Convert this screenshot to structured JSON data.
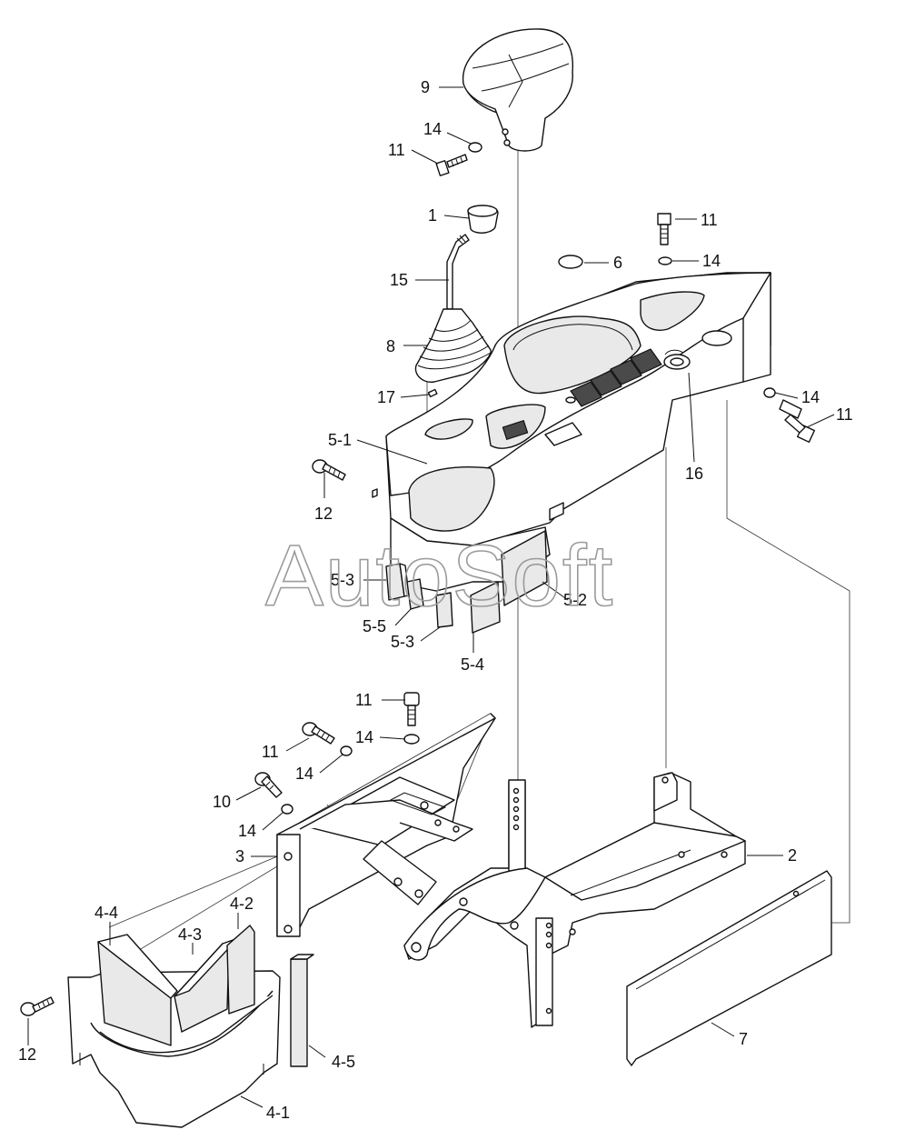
{
  "watermark": "AutoSoft",
  "callouts": {
    "c1": "1",
    "c2": "2",
    "c3": "3",
    "c4_1": "4-1",
    "c4_2": "4-2",
    "c4_3": "4-3",
    "c4_4": "4-4",
    "c4_5": "4-5",
    "c5_1": "5-1",
    "c5_2": "5-2",
    "c5_3a": "5-3",
    "c5_3b": "5-3",
    "c5_4": "5-4",
    "c5_5": "5-5",
    "c6": "6",
    "c7": "7",
    "c8": "8",
    "c9": "9",
    "c10": "10",
    "c11a": "11",
    "c11b": "11",
    "c11c": "11",
    "c11d": "11",
    "c11e": "11",
    "c12a": "12",
    "c12b": "12",
    "c14a": "14",
    "c14b": "14",
    "c14c": "14",
    "c14d": "14",
    "c14e": "14",
    "c14f": "14",
    "c15": "15",
    "c16": "16",
    "c17": "17"
  }
}
